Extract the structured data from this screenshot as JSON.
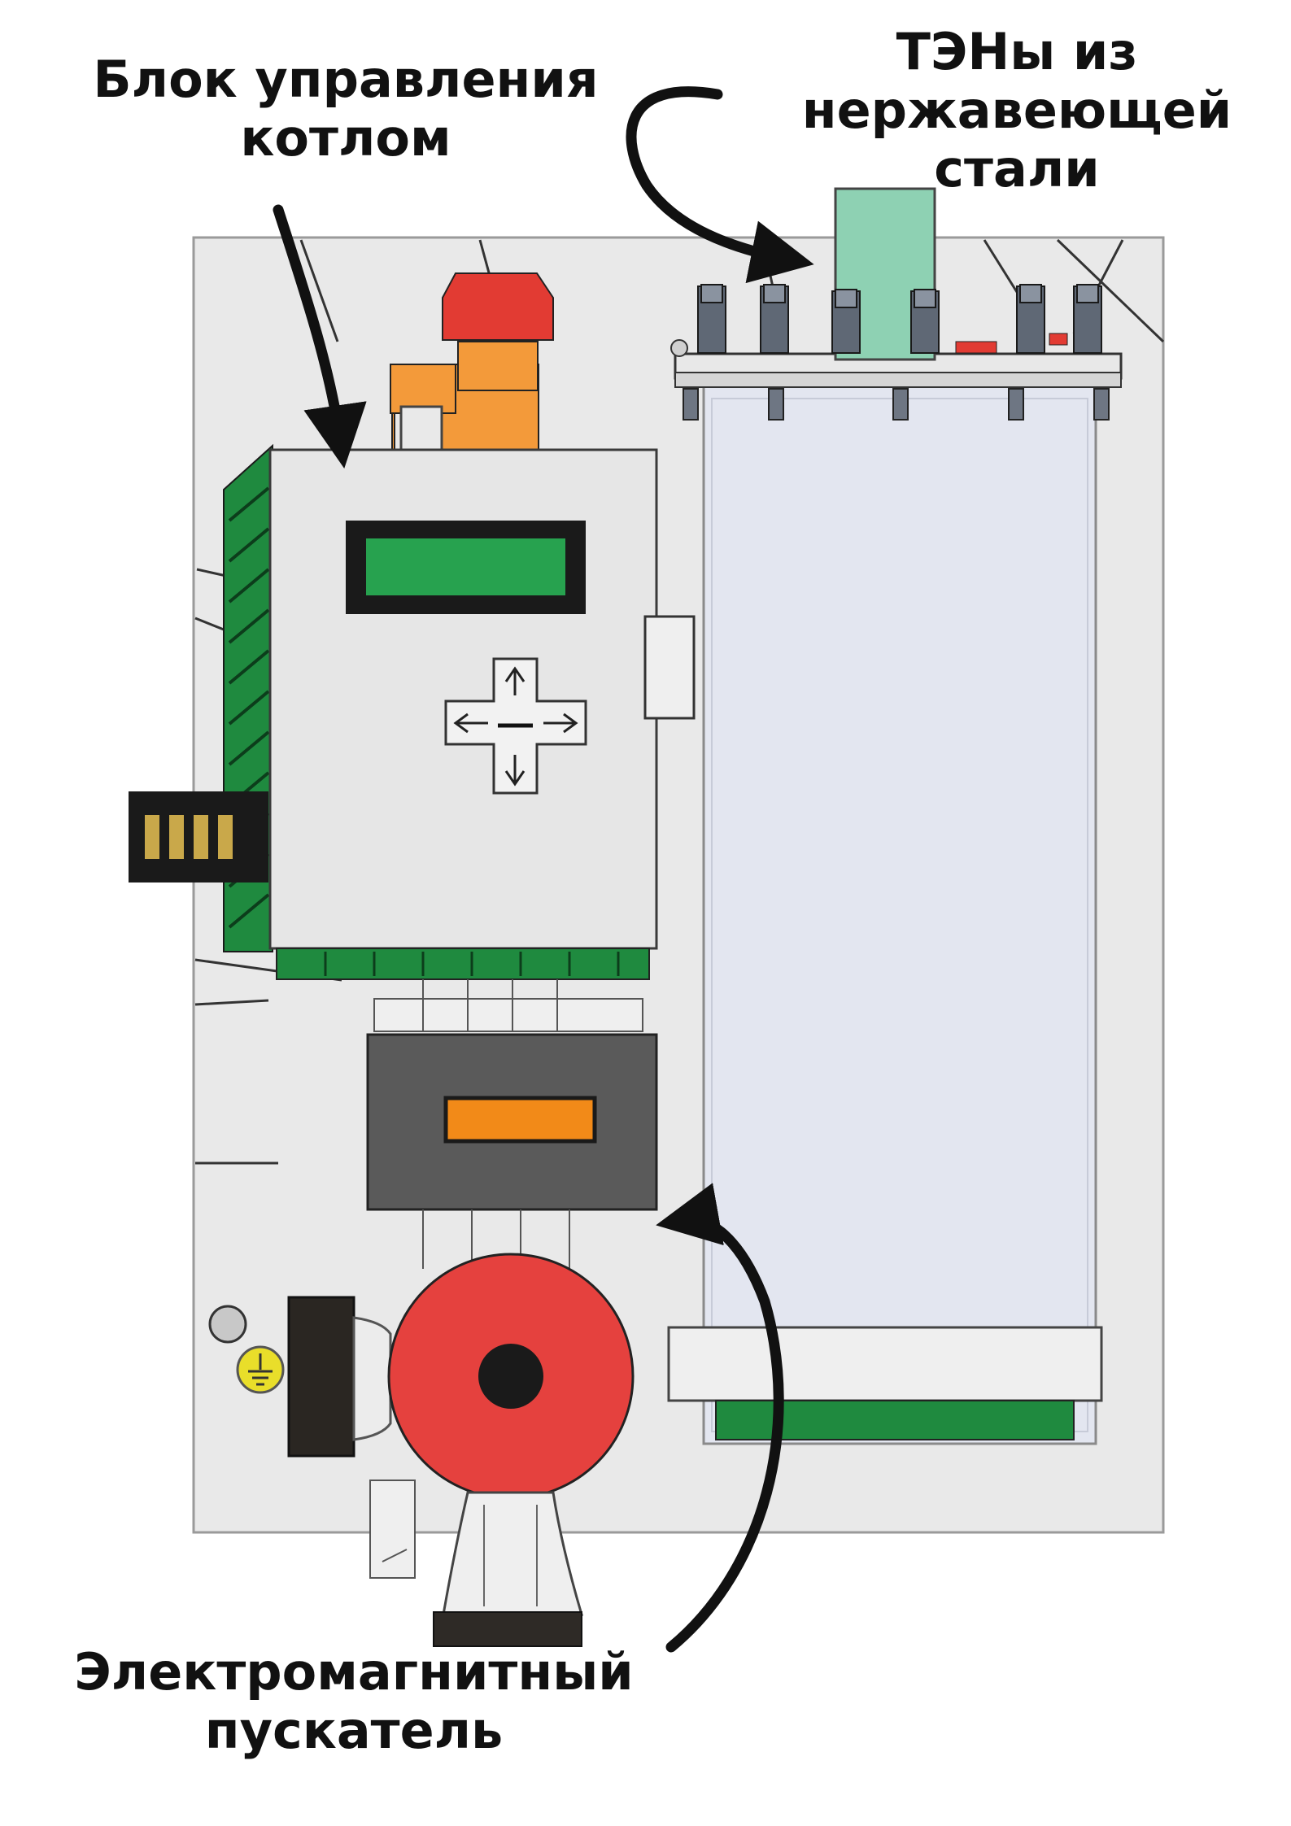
{
  "labels": {
    "control_unit": [
      "Блок управления",
      "котлом"
    ],
    "heaters": [
      "ТЭНы из",
      "нержавеющей",
      "стали"
    ],
    "starter": [
      "Электромагнитный",
      "пускатель"
    ]
  },
  "colors": {
    "background": "#ffffff",
    "cabinet": "#e9e9e9",
    "tank": "#e3e6f0",
    "board_green": "#1f8a3f",
    "display_green": "#27a24f",
    "sensor_red": "#e23b33",
    "relay_orange": "#f39a3a",
    "starter_dark": "#5a5a5a",
    "starter_orange": "#f28a18",
    "pump_red": "#e5413e",
    "ground_yellow": "#e9de2a",
    "tube_green": "#8ed1b3",
    "arrow": "#111111"
  },
  "icons": {
    "control_arrows": [
      "arrow-up-icon",
      "arrow-down-icon",
      "arrow-left-icon",
      "arrow-right-icon"
    ],
    "ground": "ground-icon"
  }
}
